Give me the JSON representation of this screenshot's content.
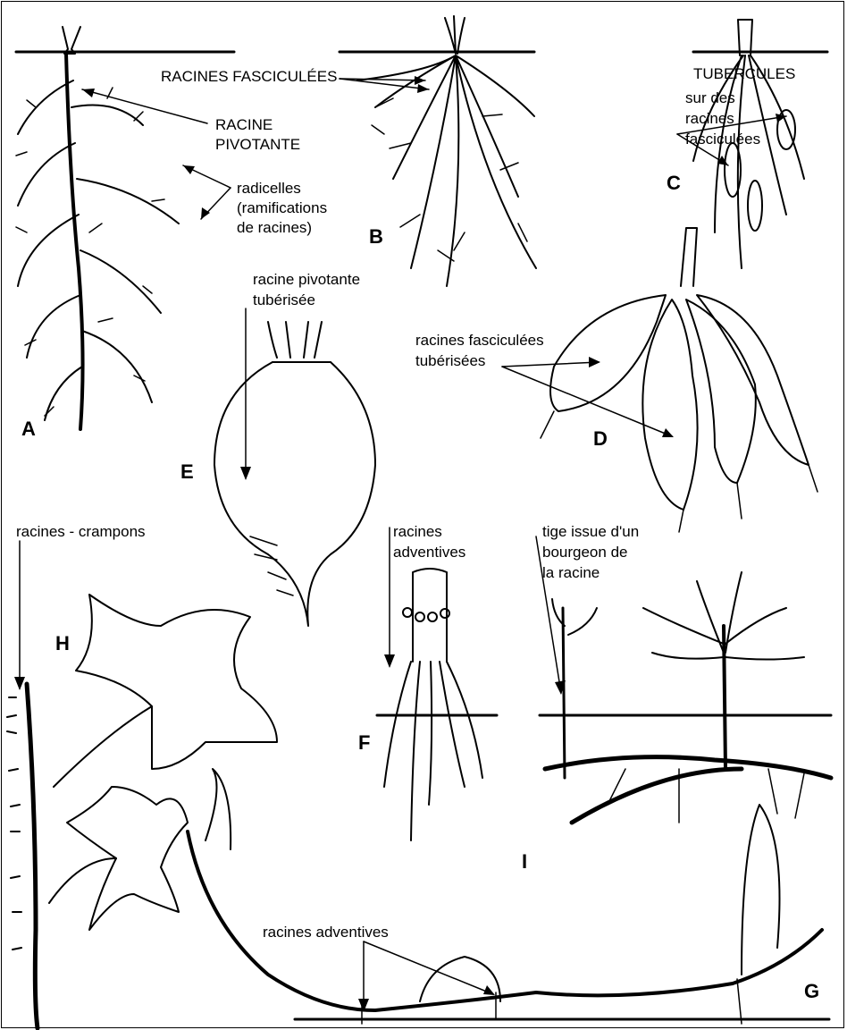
{
  "labels": {
    "racines_fasciculees": "RACINES FASCICULÉES",
    "racine": "RACINE",
    "pivotante": "PIVOTANTE",
    "radicelles_1": "radicelles",
    "radicelles_2": "(ramifications",
    "radicelles_3": "de racines)",
    "tubercules": "TUBERCULES",
    "sur_des": "sur des",
    "racines": "racines",
    "fasciculees": "fasciculées",
    "pivot_tub_1": "racine pivotante",
    "pivot_tub_2": "tubérisée",
    "fasc_tub_1": "racines fasciculées",
    "fasc_tub_2": "tubérisées",
    "crampons": "racines - crampons",
    "adventives_f1": "racines",
    "adventives_f2": "adventives",
    "tige_1": "tige issue d'un",
    "tige_2": "bourgeon de",
    "tige_3": "la racine",
    "adventives_g": "racines adventives"
  },
  "letters": {
    "A": "A",
    "B": "B",
    "C": "C",
    "D": "D",
    "E": "E",
    "F": "F",
    "G": "G",
    "H": "H",
    "I": "I"
  }
}
